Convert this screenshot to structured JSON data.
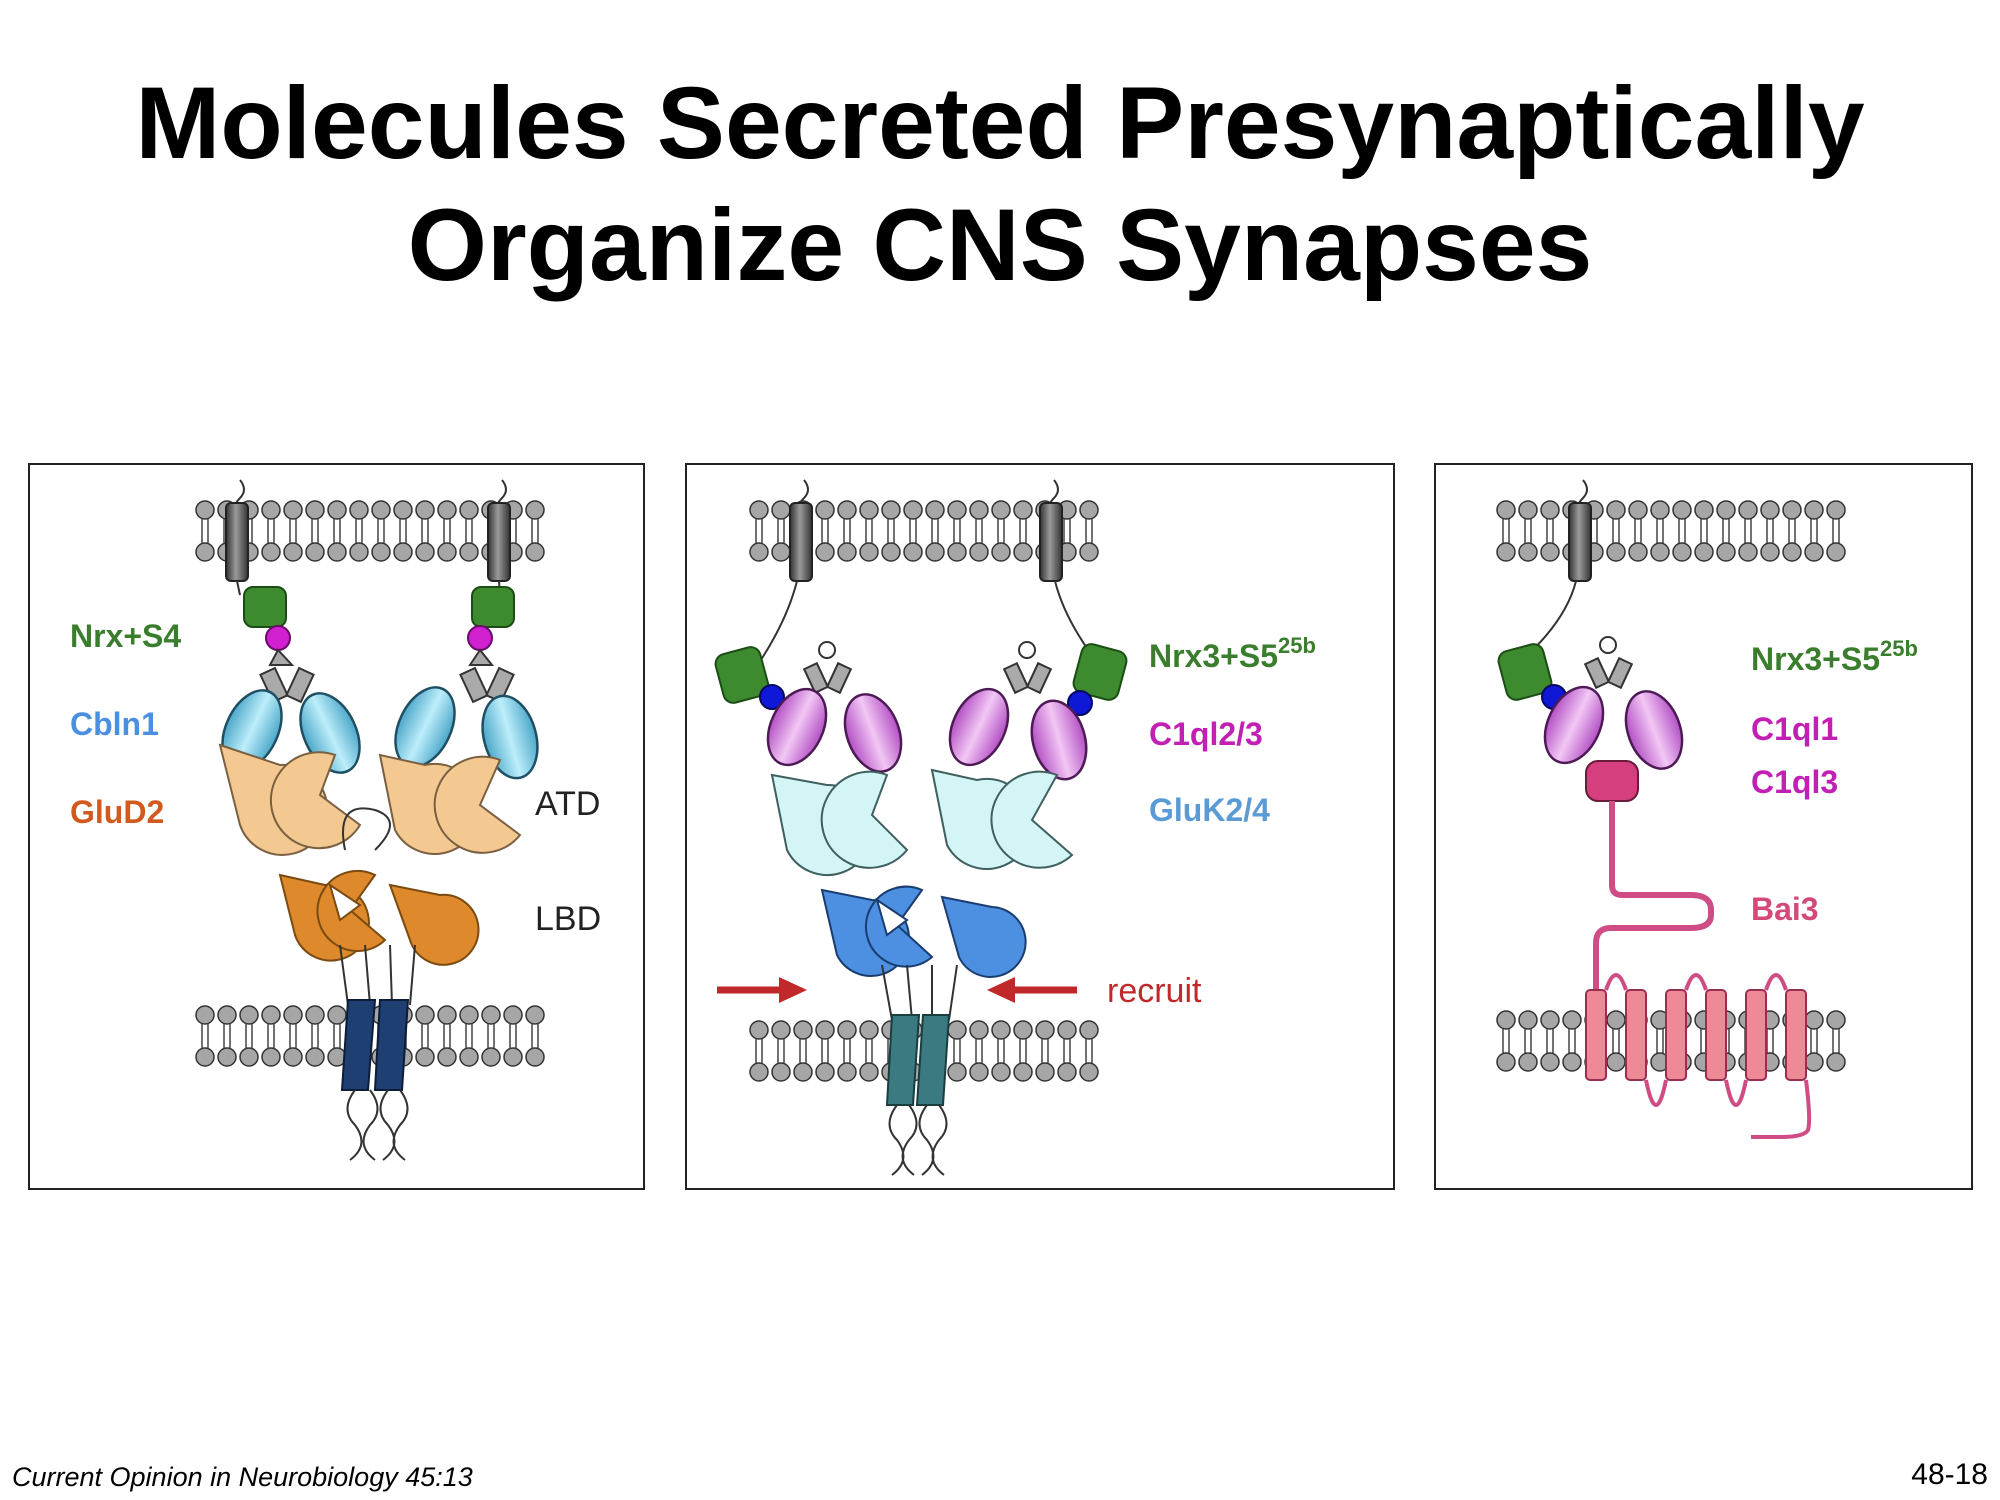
{
  "title": {
    "line1": "Molecules Secreted Presynaptically",
    "line2": "Organize CNS Synapses"
  },
  "panels": [
    {
      "labels": {
        "neurexin": "Nrx+S4",
        "ligand": "Cbln1",
        "receptor": "GluD2",
        "atd": "ATD",
        "lbd": "LBD"
      },
      "colors": {
        "neurexin": "#3a7d2c",
        "ligand": "#4a8fe0",
        "receptor": "#d25a1e"
      }
    },
    {
      "labels": {
        "neurexin": "Nrx3+S5",
        "neurexin_sup": "25b",
        "ligand": "C1ql2/3",
        "receptor": "GluK2/4",
        "action": "recruit"
      },
      "colors": {
        "neurexin": "#3a7d2c",
        "ligand": "#c21fb4",
        "receptor": "#5b9bd5",
        "action": "#c0282a"
      }
    },
    {
      "labels": {
        "neurexin": "Nrx3+S5",
        "neurexin_sup": "25b",
        "ligand1": "C1ql1",
        "ligand2": "C1ql3",
        "receptor": "Bai3"
      },
      "colors": {
        "neurexin": "#3a7d2c",
        "ligand": "#c21fb4",
        "receptor": "#d4497a"
      }
    }
  ],
  "footer": {
    "citation": "Current Opinion in Neurobiology 45:13",
    "slide_number": "48-18"
  }
}
